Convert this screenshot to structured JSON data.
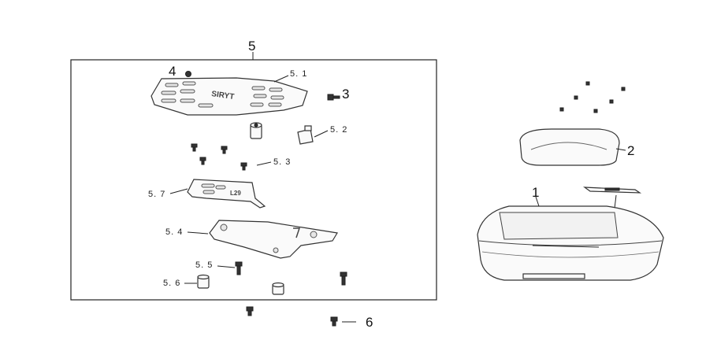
{
  "callouts": {
    "c5": "5",
    "c4": "4",
    "c5_1": "5. 1",
    "c3": "3",
    "c5_2": "5. 2",
    "c5_3": "5. 3",
    "c5_7": "5. 7",
    "c5_4": "5. 4",
    "c5_5": "5. 5",
    "c5_6": "5. 6",
    "c6": "6",
    "c2": "2",
    "c1": "1"
  },
  "markings": {
    "plate_text": "SIRYT",
    "bracket_text": "L29"
  },
  "colors": {
    "line": "#222222",
    "part_fill": "#fafafa",
    "background": "#ffffff"
  }
}
